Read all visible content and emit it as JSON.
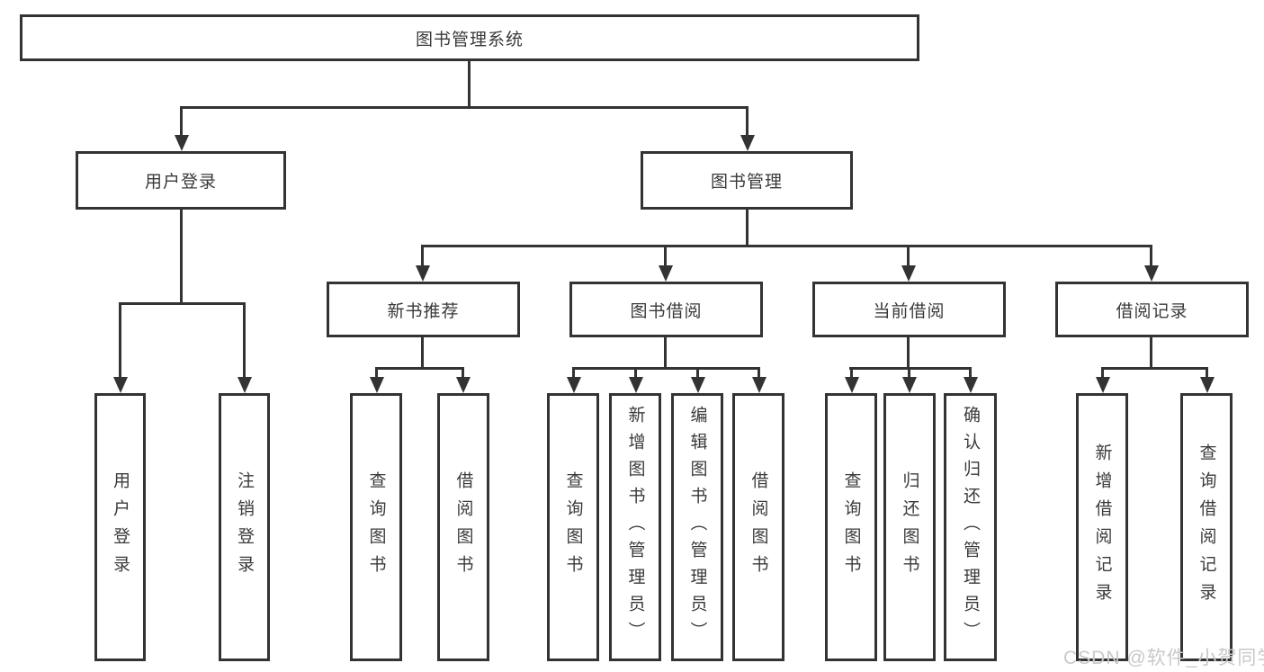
{
  "diagram": {
    "root": "图书管理系统",
    "level2": {
      "user_login": "用户登录",
      "book_mgmt": "图书管理"
    },
    "level3": {
      "new_book_rec": "新书推荐",
      "book_borrow": "图书借阅",
      "current_borrow": "当前借阅",
      "borrow_record": "借阅记录"
    },
    "leaves": {
      "user_login": "用户登录",
      "logout": "注销登录",
      "rec_query_book": "查询图书",
      "rec_borrow_book": "借阅图书",
      "bb_query_book": "查询图书",
      "bb_add_book": "新增图书（管理员）",
      "bb_edit_book": "编辑图书（管理员）",
      "bb_borrow_book": "借阅图书",
      "cb_query_book": "查询图书",
      "cb_return_book": "归还图书",
      "cb_confirm_return": "确认归还（管理员）",
      "br_add_record": "新增借阅记录",
      "br_query_record": "查询借阅记录"
    },
    "colors": {
      "stroke": "#333333",
      "text": "#3a3a3a",
      "watermark": "#c9c9c9"
    },
    "watermark": "CSDN @软件_小贺同学"
  }
}
